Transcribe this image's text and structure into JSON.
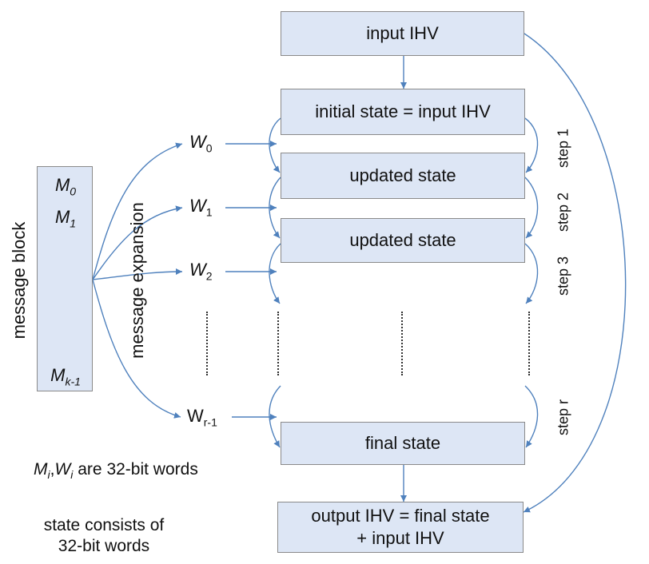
{
  "boxes": {
    "input_ihv": "input IHV",
    "initial_state": "initial state = input IHV",
    "updated_state_1": "updated state",
    "updated_state_2": "updated state",
    "final_state": "final state",
    "output_line1": "output IHV = final state",
    "output_line2": "+ input IHV"
  },
  "message_block": {
    "label": "message block",
    "expansion_label": "message expansion",
    "m0": "M",
    "m0_sub": "0",
    "m1": "M",
    "m1_sub": "1",
    "mk": "M",
    "mk_sub": "k-1"
  },
  "words": [
    {
      "base": "W",
      "sub": "0"
    },
    {
      "base": "W",
      "sub": "1"
    },
    {
      "base": "W",
      "sub": "2"
    },
    {
      "base": "W",
      "sub": "r-1"
    }
  ],
  "steps": [
    "step 1",
    "step 2",
    "step 3",
    "step r"
  ],
  "notes": {
    "words_note_m": "M",
    "words_note_m_sub": "i",
    "words_note_comma": ",",
    "words_note_w": "W",
    "words_note_w_sub": "i",
    "words_note_rest": " are 32-bit words",
    "state_note_line1": "state consists of",
    "state_note_line2": "32-bit words"
  },
  "colors": {
    "box_fill": "#dde6f5",
    "box_border": "#8a8a8a",
    "arrow": "#4f81bd"
  }
}
